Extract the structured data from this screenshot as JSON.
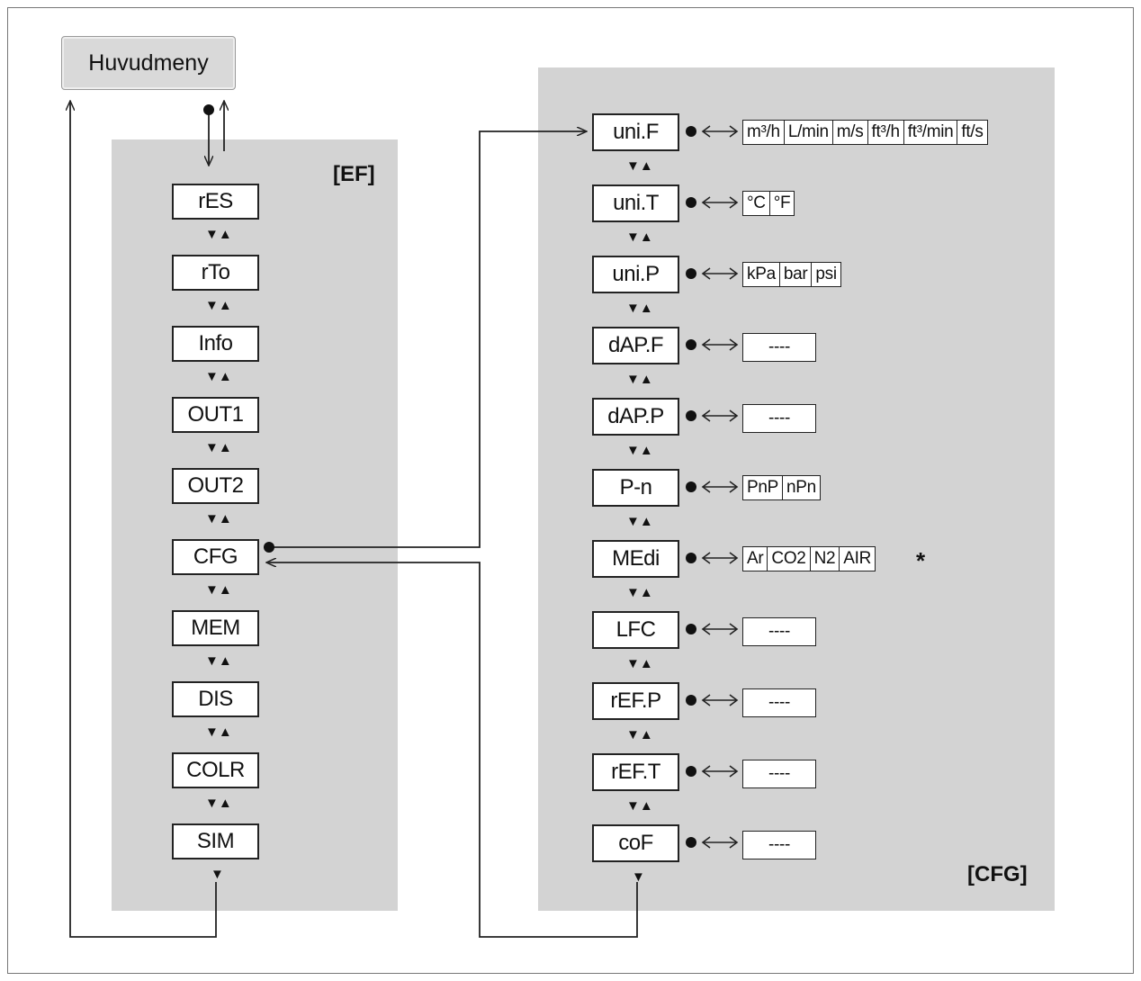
{
  "main_menu": {
    "label": "Huvudmeny"
  },
  "ef_menu": {
    "label": "[EF]",
    "items": [
      "rES",
      "rTo",
      "Info",
      "OUT1",
      "OUT2",
      "CFG",
      "MEM",
      "DIS",
      "COLR",
      "SIM"
    ]
  },
  "cfg_menu": {
    "label": "[CFG]",
    "items": [
      {
        "name": "uni.F",
        "options": [
          "m³/h",
          "L/min",
          "m/s",
          "ft³/h",
          "ft³/min",
          "ft/s"
        ]
      },
      {
        "name": "uni.T",
        "options": [
          "°C",
          "°F"
        ]
      },
      {
        "name": "uni.P",
        "options": [
          "kPa",
          "bar",
          "psi"
        ]
      },
      {
        "name": "dAP.F",
        "options": [
          "----"
        ]
      },
      {
        "name": "dAP.P",
        "options": [
          "----"
        ]
      },
      {
        "name": "P-n",
        "options": [
          "PnP",
          "nPn"
        ]
      },
      {
        "name": "MEdi",
        "options": [
          "Ar",
          "CO2",
          "N2",
          "AIR"
        ]
      },
      {
        "name": "LFC",
        "options": [
          "----"
        ]
      },
      {
        "name": "rEF.P",
        "options": [
          "----"
        ]
      },
      {
        "name": "rEF.T",
        "options": [
          "----"
        ]
      },
      {
        "name": "coF",
        "options": [
          "----"
        ]
      }
    ],
    "footnote_marker": "*"
  },
  "symbols": {
    "updown": "▼▲",
    "down": "▼",
    "dot_arrow": "●<->"
  }
}
